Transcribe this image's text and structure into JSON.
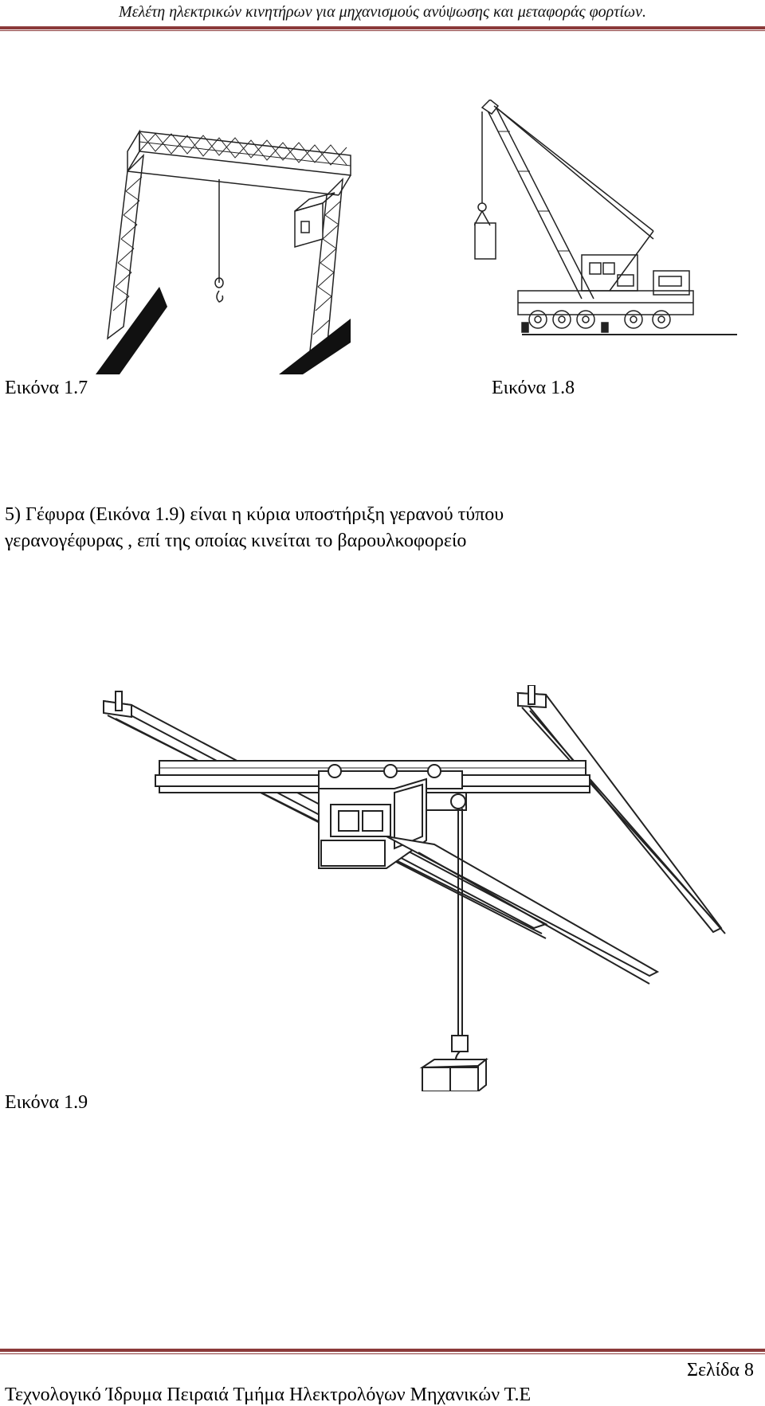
{
  "header": {
    "title": "Μελέτη ηλεκτρικών κινητήρων για μηχανισμούς ανύψωσης και μεταφοράς φορτίων."
  },
  "figures": {
    "fig_1_7": {
      "caption": "Εικόνα 1.7"
    },
    "fig_1_8": {
      "caption": "Εικόνα 1.8"
    },
    "fig_1_9": {
      "caption": "Εικόνα 1.9"
    }
  },
  "body": {
    "paragraph_line1": "5) Γέφυρα (Εικόνα 1.9) είναι η κύρια υποστήριξη γερανού τύπου",
    "paragraph_line2": "γερανογέφυρας , επί της οποίας κινείται το βαρουλκοφορείο"
  },
  "footer": {
    "page_label": "Σελίδα 8",
    "institution": "Τεχνολογικό Ίδρυμα Πειραιά  Τμήμα Ηλεκτρολόγων Μηχανικών Τ.Ε"
  },
  "colors": {
    "rule": "#8b3a3a"
  }
}
